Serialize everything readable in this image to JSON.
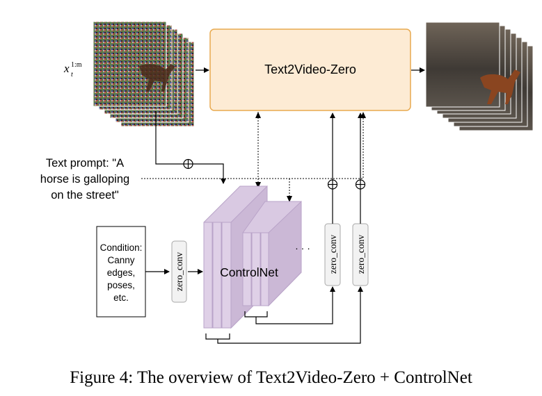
{
  "diagram": {
    "input_label": "x",
    "input_sup": "1:m",
    "input_sub": "t",
    "main_box": "Text2Video-Zero",
    "prompt_lines": [
      "Text prompt: \"A",
      "horse is galloping",
      "on the street\""
    ],
    "condition_lines": [
      "Condition:",
      "Canny",
      "edges,",
      "poses,",
      "etc."
    ],
    "zero_conv_label": "zero_conv",
    "controlnet_label": "ControlNet",
    "ellipsis": "· · ·",
    "colors": {
      "main_box_fill": "#fdebd4",
      "main_box_stroke": "#e8a94e",
      "controlnet_fill": "#d9c9e2",
      "controlnet_stroke": "#b9a3c8"
    }
  },
  "caption": "Figure 4: The overview of Text2Video-Zero + ControlNet"
}
